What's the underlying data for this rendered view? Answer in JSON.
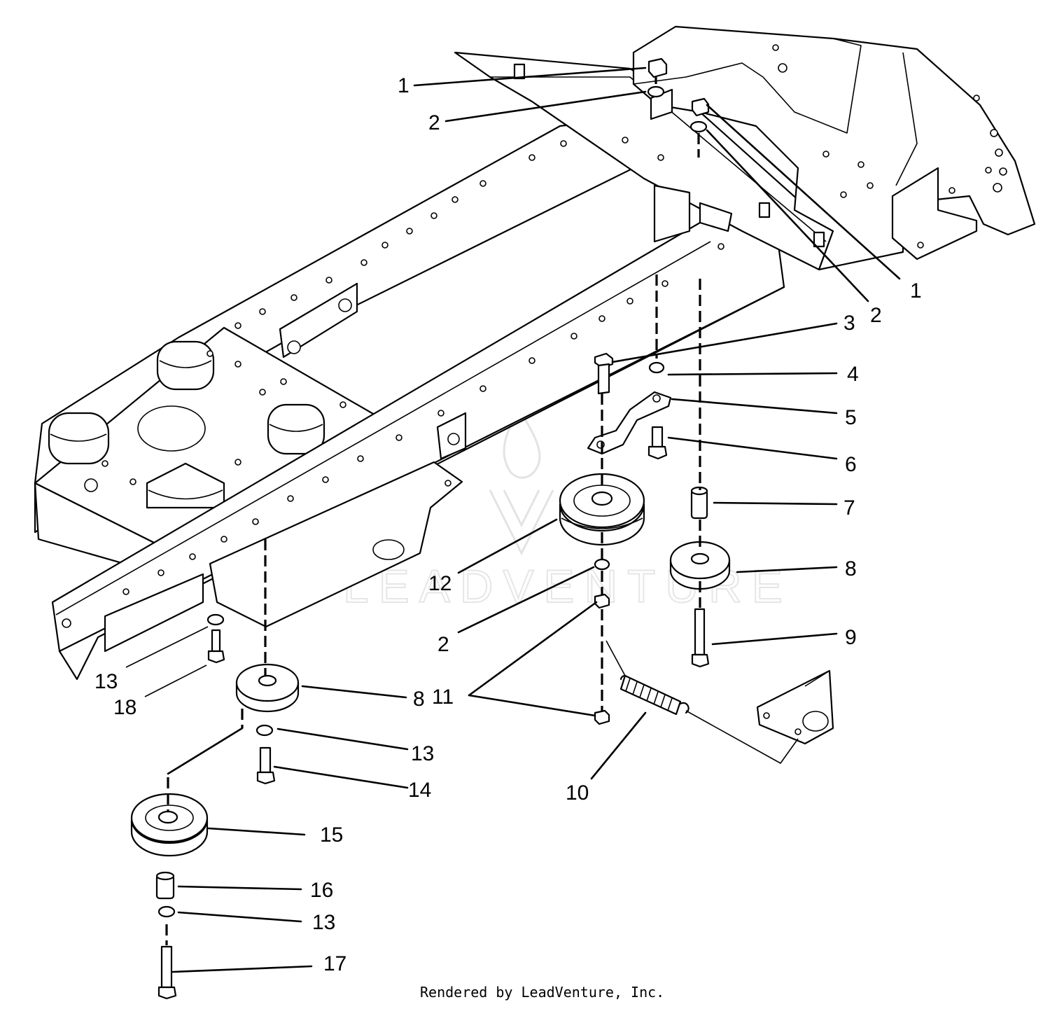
{
  "callouts": [
    {
      "id": "c1a",
      "text": "1"
    },
    {
      "id": "c2a",
      "text": "2"
    },
    {
      "id": "c1b",
      "text": "1"
    },
    {
      "id": "c2b",
      "text": "2"
    },
    {
      "id": "c3",
      "text": "3"
    },
    {
      "id": "c4",
      "text": "4"
    },
    {
      "id": "c5",
      "text": "5"
    },
    {
      "id": "c6",
      "text": "6"
    },
    {
      "id": "c7",
      "text": "7"
    },
    {
      "id": "c8a",
      "text": "8"
    },
    {
      "id": "c9",
      "text": "9"
    },
    {
      "id": "c12",
      "text": "12"
    },
    {
      "id": "c2c",
      "text": "2"
    },
    {
      "id": "c11",
      "text": "11"
    },
    {
      "id": "c10",
      "text": "10"
    },
    {
      "id": "c13a",
      "text": "13"
    },
    {
      "id": "c18",
      "text": "18"
    },
    {
      "id": "c8b",
      "text": "8"
    },
    {
      "id": "c13b",
      "text": "13"
    },
    {
      "id": "c14",
      "text": "14"
    },
    {
      "id": "c15",
      "text": "15"
    },
    {
      "id": "c16",
      "text": "16"
    },
    {
      "id": "c13c",
      "text": "13"
    },
    {
      "id": "c17",
      "text": "17"
    }
  ],
  "watermark": "LEADVENTURE",
  "footer": {
    "credit": "Rendered by LeadVenture, Inc."
  }
}
